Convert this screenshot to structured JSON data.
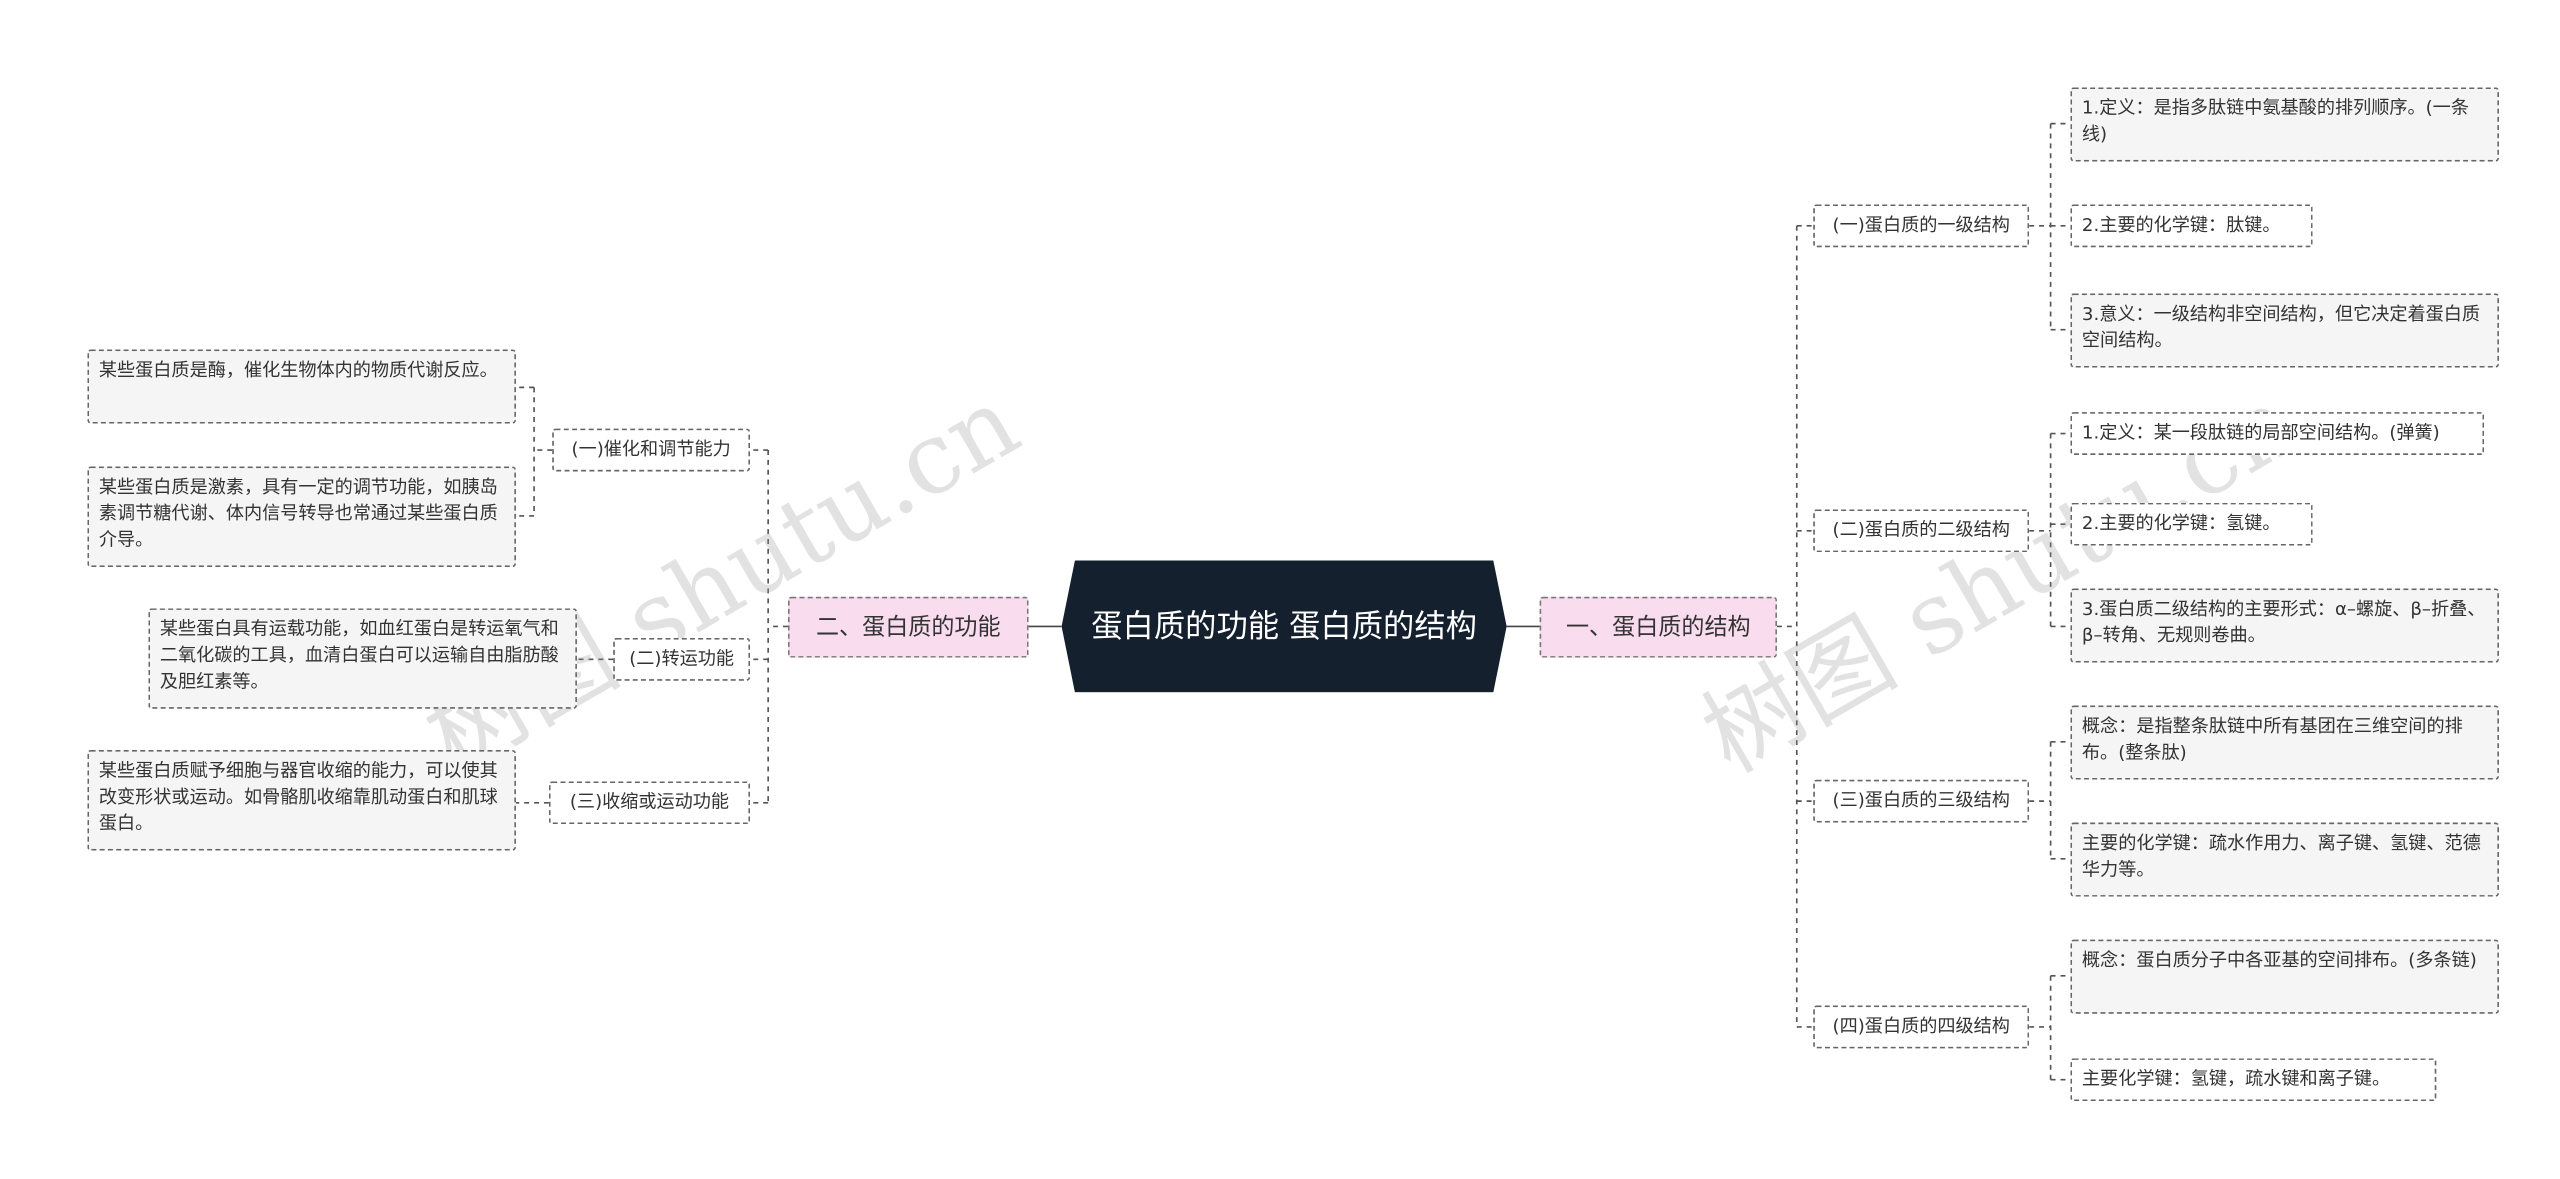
{
  "root": "蛋白质的功能 蛋白质的结构",
  "watermark": "树图 shutu.cn",
  "right": {
    "label": "一、蛋白质的结构",
    "groups": [
      {
        "label": "(一)蛋白质的一级结构",
        "items": [
          "1.定义：是指多肽链中氨基酸的排列顺序。(一条线)",
          "2.主要的化学键：肽键。",
          "3.意义：一级结构非空间结构，但它决定着蛋白质空间结构。"
        ]
      },
      {
        "label": "(二)蛋白质的二级结构",
        "items": [
          "1.定义：某一段肽链的局部空间结构。(弹簧)",
          "2.主要的化学键：氢键。",
          "3.蛋白质二级结构的主要形式：α–螺旋、β–折叠、β–转角、无规则卷曲。"
        ]
      },
      {
        "label": "(三)蛋白质的三级结构",
        "items": [
          "概念：是指整条肽链中所有基团在三维空间的排布。(整条肽)",
          "主要的化学键：疏水作用力、离子键、氢键、范德华力等。"
        ]
      },
      {
        "label": "(四)蛋白质的四级结构",
        "items": [
          "概念：蛋白质分子中各亚基的空间排布。(多条链)",
          "主要化学键：氢键，疏水键和离子键。"
        ]
      }
    ]
  },
  "left": {
    "label": "二、蛋白质的功能",
    "groups": [
      {
        "label": "(一)催化和调节能力",
        "items": [
          "某些蛋白质是酶，催化生物体内的物质代谢反应。",
          "某些蛋白质是激素，具有一定的调节功能，如胰岛素调节糖代谢、体内信号转导也常通过某些蛋白质介导。"
        ]
      },
      {
        "label": "(二)转运功能",
        "items": [
          "某些蛋白具有运载功能，如血红蛋白是转运氧气和二氧化碳的工具，血清白蛋白可以运输自由脂肪酸及胆红素等。"
        ]
      },
      {
        "label": "(三)收缩或运动功能",
        "items": [
          "某些蛋白质赋予细胞与器官收缩的能力，可以使其改变形状或运动。如骨骼肌收缩靠肌动蛋白和肌球蛋白。"
        ]
      }
    ]
  }
}
